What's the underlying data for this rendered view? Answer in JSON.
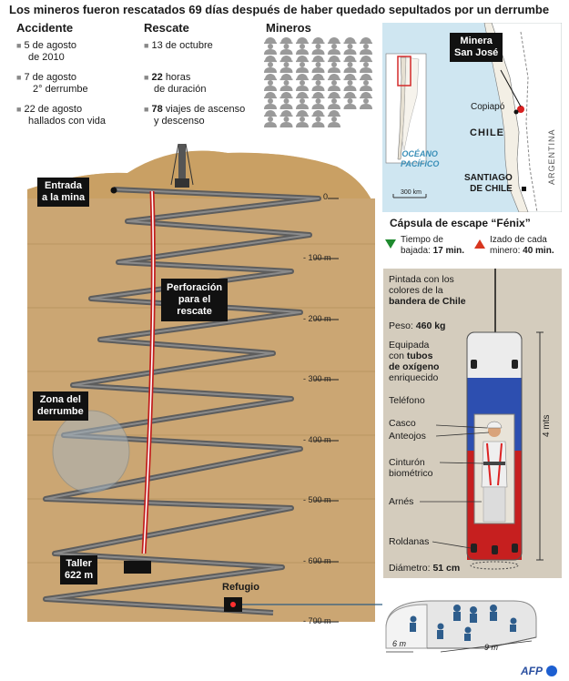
{
  "title": "Los mineros fueron rescatados 69 días después de haber quedado sepultados por un derrumbe",
  "accidente": {
    "heading": "Accidente",
    "items": [
      {
        "line1": "5 de agosto",
        "line2": "de 2010"
      },
      {
        "line1": "7 de agosto",
        "line2": "2° derrumbe"
      },
      {
        "line1": "22 de agosto",
        "line2": "hallados con vida"
      }
    ]
  },
  "rescate": {
    "heading": "Rescate",
    "item1": "13 de octubre",
    "item2_num": "22",
    "item2_rest": "horas",
    "item2_line2": "de duración",
    "item3_num": "78",
    "item3_rest": "viajes de ascenso",
    "item3_line2": "y descenso"
  },
  "mineros": {
    "heading": "Mineros",
    "count": 33
  },
  "diagram": {
    "entrada_line1": "Entrada",
    "entrada_line2": "a la mina",
    "perforacion_line1": "Perforación",
    "perforacion_line2": "para el",
    "perforacion_line3": "rescate",
    "zona_line1": "Zona del",
    "zona_line2": "derrumbe",
    "taller_line1": "Taller",
    "taller_line2": "622 m",
    "refugio": "Refugio",
    "depths": [
      "0",
      "- 100 m",
      "- 200 m",
      "- 300 m",
      "- 400 m",
      "- 500 m",
      "- 600 m",
      "- 700 m"
    ]
  },
  "map": {
    "mine_line1": "Minera",
    "mine_line2": "San José",
    "copiapo": "Copiapó",
    "chile": "CHILE",
    "argentina": "ARGENTINA",
    "ocean_line1": "OCÉANO",
    "ocean_line2": "PACÍFICO",
    "santiago_line1": "SANTIAGO",
    "santiago_line2": "DE CHILE",
    "scale": "300 km"
  },
  "capsule": {
    "title": "Cápsula de escape “Fénix”",
    "bajada_label": "Tiempo de",
    "bajada_label2": "bajada:",
    "bajada_value": "17 min.",
    "izado_label": "Izado de cada",
    "izado_label2": "minero:",
    "izado_value": "40 min.",
    "pintada_1": "Pintada con los",
    "pintada_2": "colores de la",
    "pintada_3": "bandera de Chile",
    "peso_label": "Peso:",
    "peso_value": "460 kg",
    "equipada_1": "Equipada",
    "equipada_2a": "con",
    "equipada_2b": "tubos",
    "equipada_3": "de oxígeno",
    "equipada_4": "enriquecido",
    "telefono": "Teléfono",
    "casco": "Casco",
    "anteojos": "Anteojos",
    "cinturon_1": "Cinturón",
    "cinturon_2": "biométrico",
    "arnes": "Arnés",
    "roldanas": "Roldanas",
    "diametro_label": "Diámetro:",
    "diametro_value": "51 cm",
    "height": "4 mts"
  },
  "refuge_dims": {
    "w": "6 m",
    "l": "9 m"
  },
  "credit": "AFP"
}
